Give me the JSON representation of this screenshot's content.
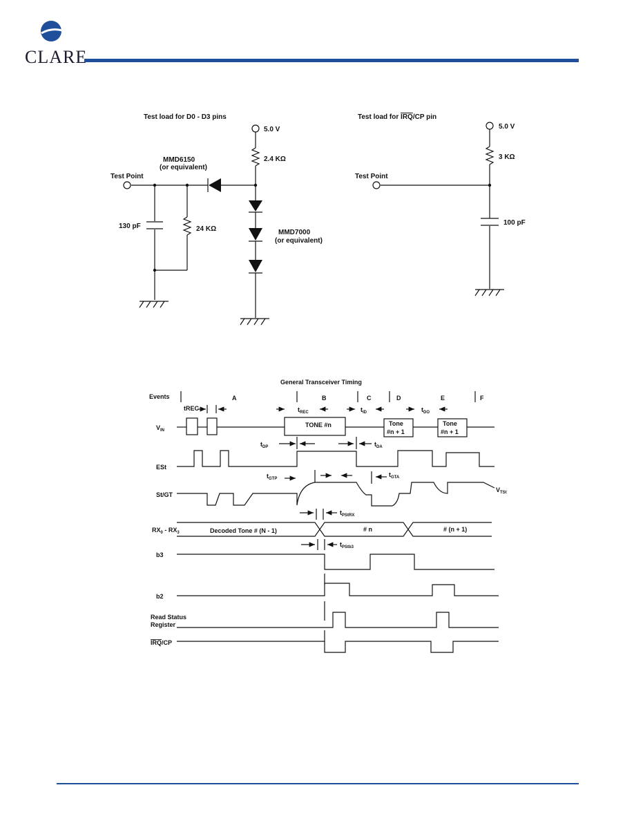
{
  "header": {
    "brand": "CLARE",
    "brand_color": "#1f4e9a",
    "logo_icon": "clare-globe-icon"
  },
  "circuit_left": {
    "title": "Test load for D0 - D3 pins",
    "supply": "5.0 V",
    "resistor_top": "2.4 KΩ",
    "diode_name": "MMD6150",
    "diode_equiv": "(or equivalent)",
    "test_point": "Test Point",
    "capacitor": "130 pF",
    "resistor_shunt": "24 KΩ",
    "diode_stack_name": "MMD7000",
    "diode_stack_equiv": "(or equivalent)"
  },
  "circuit_right": {
    "title_prefix": "Test load for ",
    "title_overbar": "IRQ",
    "title_suffix": "/CP pin",
    "supply": "5.0 V",
    "resistor": "3 KΩ",
    "test_point": "Test Point",
    "capacitor": "100 pF"
  },
  "timing": {
    "title": "General Transceiver Timing",
    "events_label": "Events",
    "events": [
      "A",
      "B",
      "C",
      "D",
      "E",
      "F"
    ],
    "signals": {
      "vin": "V",
      "vin_sub": "IN",
      "est": "ESt",
      "stgt": "St/GT",
      "rx": "RX",
      "rx_sub0": "0",
      "rx_dash": " - RX",
      "rx_sub3": "3",
      "b3": "b3",
      "b2": "b2",
      "read_status_1": "Read Status",
      "read_status_2": "Register",
      "irq_over": "IRQ",
      "irq_rest": "/CP"
    },
    "tones": {
      "tone_n": "TONE #n",
      "tone_next_1": "Tone",
      "tone_next_2": "#n + 1"
    },
    "rx_values": [
      "Decoded Tone # (N - 1)",
      "# n",
      "# (n + 1)"
    ],
    "params": {
      "trec_small": "tREC",
      "trec": "t",
      "trec_sub": "REC",
      "tid": "t",
      "tid_sub": "ID",
      "tdo": "t",
      "tdo_sub": "DO",
      "tdp": "t",
      "tdp_sub": "DP",
      "tda": "t",
      "tda_sub": "DA",
      "tgtp": "t",
      "tgtp_sub": "GTP",
      "tgta": "t",
      "tgta_sub": "GTA",
      "vtst": "V",
      "vtst_sub": "TSt",
      "tpstrx": "t",
      "tpstrx_sub": "PStRX",
      "tpstb3": "t",
      "tpstb3_sub": "PStb3"
    }
  }
}
